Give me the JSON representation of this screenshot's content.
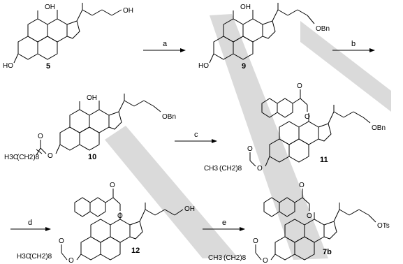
{
  "scheme": {
    "compounds": [
      {
        "id": "5",
        "label": "5",
        "substituents": [
          "HO",
          "OH",
          "OH"
        ]
      },
      {
        "id": "9",
        "label": "9",
        "substituents": [
          "HO",
          "OH",
          "OBn"
        ]
      },
      {
        "id": "10",
        "label": "10",
        "substituents": [
          "H3C",
          "(CH2)8",
          "O",
          "O",
          "OH",
          "OBn"
        ]
      },
      {
        "id": "11",
        "label": "11",
        "substituents": [
          "CH3",
          "(CH2)8",
          "O",
          "O",
          "O",
          "O",
          "OBn"
        ]
      },
      {
        "id": "12",
        "label": "12",
        "substituents": [
          "H3C",
          "(CH2)8",
          "O",
          "O",
          "O",
          "O",
          "OH"
        ]
      },
      {
        "id": "7b",
        "label": "7b",
        "substituents": [
          "CH3",
          "(CH2)8",
          "O",
          "O",
          "O",
          "O",
          "OTs"
        ]
      }
    ],
    "steps": [
      {
        "id": "a",
        "label": "a"
      },
      {
        "id": "b",
        "label": "b"
      },
      {
        "id": "c",
        "label": "c"
      },
      {
        "id": "d",
        "label": "d"
      },
      {
        "id": "e",
        "label": "e"
      }
    ]
  },
  "colors": {
    "ink": "#000000",
    "watermark": "#d4d4d4",
    "background": "#ffffff"
  }
}
